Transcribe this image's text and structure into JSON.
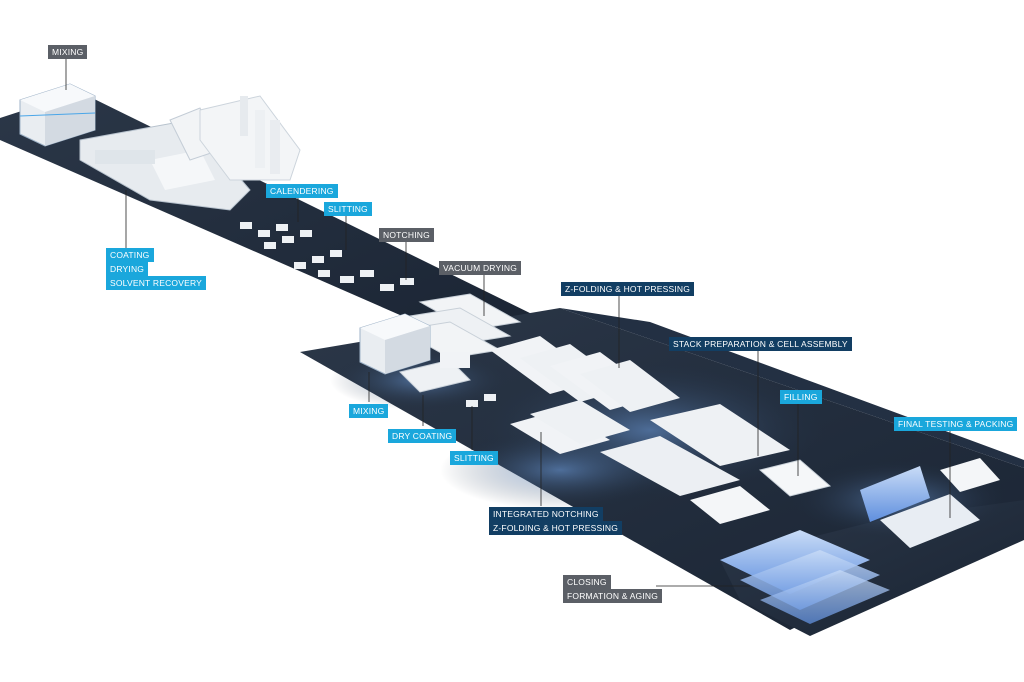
{
  "colors": {
    "label_gray": "#5b5f66",
    "label_cyan": "#1aa7dc",
    "label_navy": "#123e63",
    "floor_dark": "#1d2a3a",
    "floor_glow": "#5b8fd0",
    "machine_white": "#eef1f4",
    "rack_blue": "#7fa9ea"
  },
  "labels": {
    "mixing_top": "MIXING",
    "coating": "COATING",
    "drying": "DRYING",
    "solvent_recovery": "SOLVENT RECOVERY",
    "calendering": "CALENDERING",
    "slitting_top": "SLITTING",
    "notching": "NOTCHING",
    "vacuum_drying": "VACUUM DRYING",
    "z_folding_top": "Z-FOLDING & HOT PRESSING",
    "stack_prep": "STACK PREPARATION & CELL ASSEMBLY",
    "filling": "FILLING",
    "final_testing": "FINAL TESTING & PACKING",
    "mixing_mid": "MIXING",
    "dry_coating": "DRY COATING",
    "slitting_mid": "SLITTING",
    "integrated_notching": "INTEGRATED NOTCHING",
    "z_folding_bottom": "Z-FOLDING & HOT PRESSING",
    "closing": "CLOSING",
    "formation_aging": "FORMATION & AGING"
  }
}
